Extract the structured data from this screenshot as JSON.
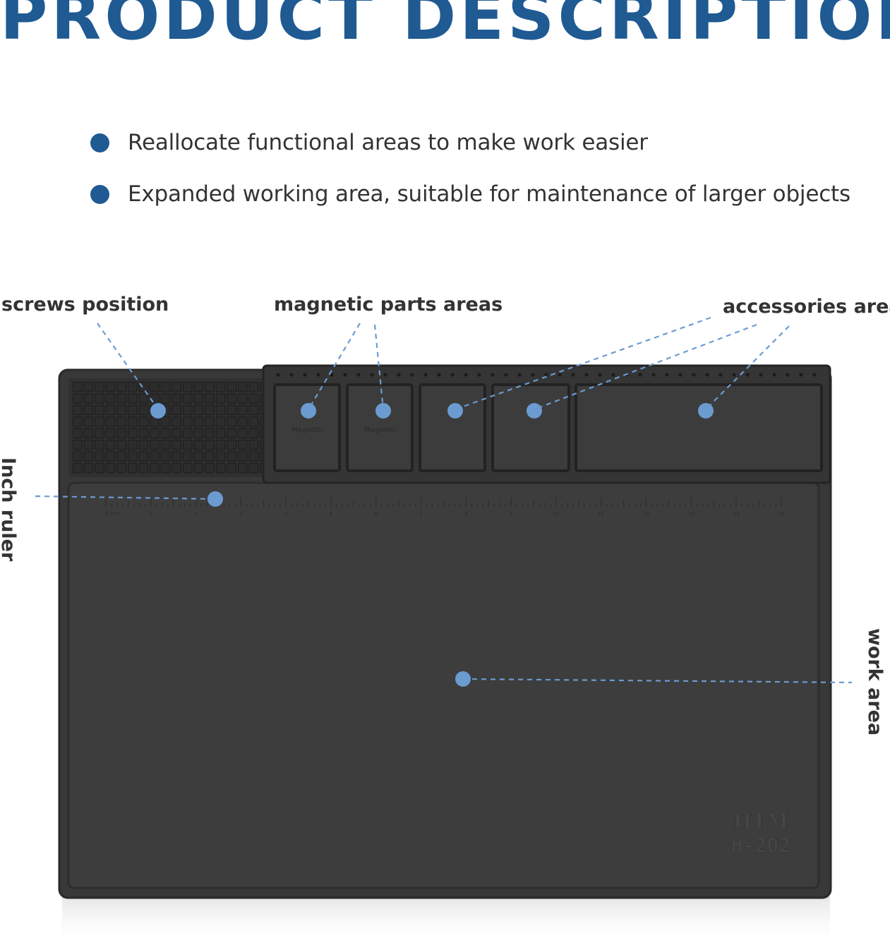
{
  "header": {
    "title": "PRODUCT DESCRIPTION"
  },
  "bullets": [
    {
      "text": "Reallocate functional areas to make work easier"
    },
    {
      "text": "Expanded working area, suitable for maintenance of larger objects"
    }
  ],
  "callouts": {
    "screws_position": "screws position",
    "magnetic_parts_areas": "magnetic parts areas",
    "accessories_area": "accessories area",
    "inch_ruler": "Inch ruler",
    "work_area": "work area"
  },
  "mat": {
    "compartment_labels": [
      "Magnetic",
      "Magnetic"
    ],
    "ruler_numbers": [
      "0 inch",
      "1",
      "2",
      "3",
      "4",
      "5",
      "6",
      "7",
      "8",
      "9",
      "10",
      "11",
      "12",
      "13",
      "14",
      "15"
    ],
    "brand_logo": "HTM",
    "model": "H-202",
    "size": "17x12in"
  },
  "colors": {
    "accent": "#1f5a93",
    "marker": "#6b9bd1",
    "mat": "#3e3e3e"
  }
}
